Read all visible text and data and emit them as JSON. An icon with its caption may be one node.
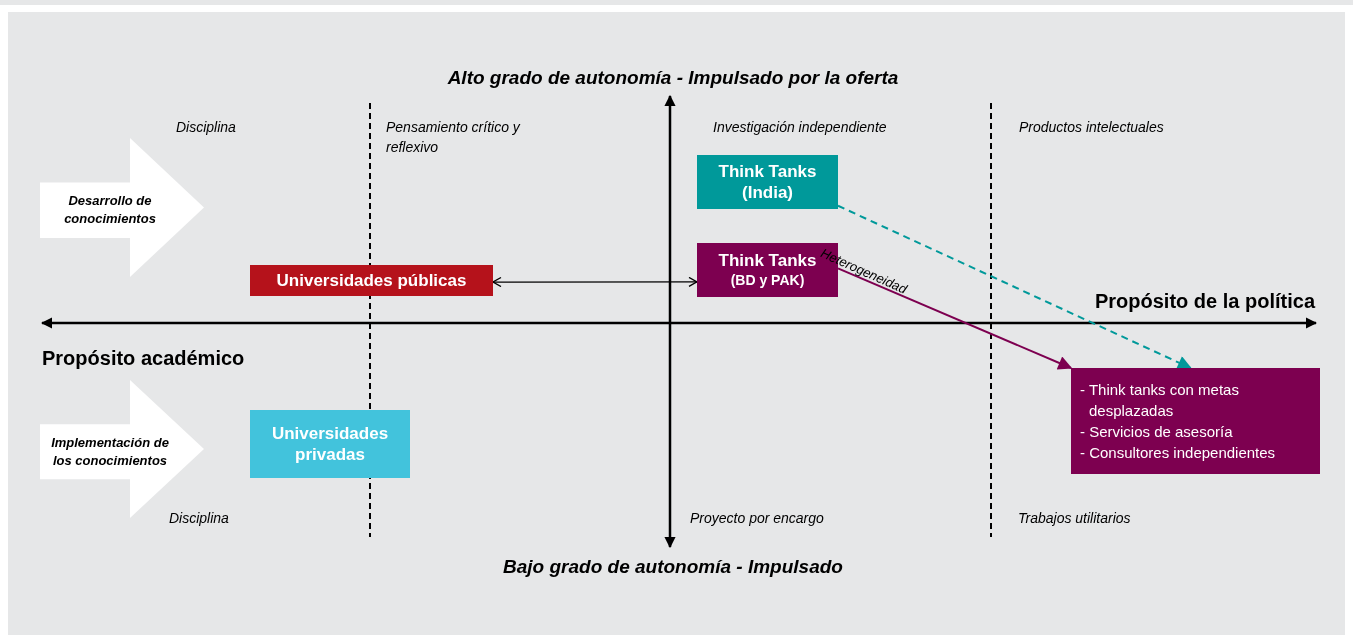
{
  "diagram": {
    "nodes": [
      {
        "text": [
          "Desarrollo de conocimientos"
        ]
      },
      {
        "text": [
          "Implementación de los conocimientos"
        ]
      },
      {
        "text": [
          "Universidades públicas"
        ]
      },
      {
        "text": [
          "Universidades privadas"
        ]
      },
      {
        "text": [
          "Think Tanks (India)"
        ]
      },
      {
        "text": [
          "Think Tanks",
          "(BD y PAK)"
        ]
      },
      {
        "text": [
          "- Think tanks con metas desplazadas",
          "- Servicios de asesoría",
          "- Consultores independientes"
        ]
      }
    ],
    "edges": [
      {
        "from": 2,
        "to": 5,
        "arrow": "both"
      },
      {
        "from": 5,
        "to": 6,
        "arrow": "to",
        "label": "Heterogeneidad",
        "color": "#7d0050"
      },
      {
        "from": 4,
        "to": 6,
        "arrow": "to",
        "style": "dashed",
        "color": "#00999a"
      }
    ],
    "labels": [
      "Alto grado de autonomía - Impulsado por la oferta",
      "Disciplina",
      "Pensamiento crítico y reflexivo",
      "Investigación independiente",
      "Productos intelectuales",
      "Propósito de la política",
      "Propósito académico",
      "Disciplina",
      "Proyecto por encargo",
      "Trabajos utilitarios",
      "Bajo grado de autonomía - Impulsado"
    ]
  }
}
